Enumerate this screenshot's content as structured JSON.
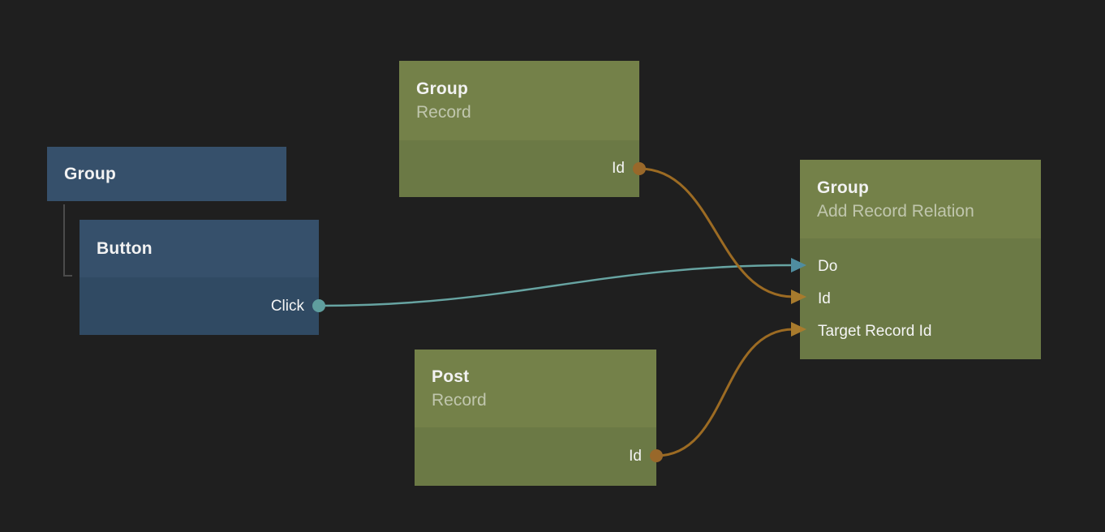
{
  "canvas": {
    "background": "#1f1f1f"
  },
  "colors": {
    "blue_header": "#36506b",
    "blue_body": "#304a63",
    "green_header": "#748149",
    "green_body": "#6b7945",
    "teal_wire": "#67a4a2",
    "teal_port": "#5f9e9e",
    "teal_arrow": "#4f8da0",
    "orange_wire": "#9c6b23",
    "orange_port": "#99682a",
    "orange_arrow": "#a87b2d",
    "tree_line": "#4b4b4b",
    "title_text": "#f2f2f2",
    "subtitle_text": "rgba(255,255,255,0.55)",
    "port_text": "#f5f5f5"
  },
  "nodes": {
    "group_container": {
      "title": "Group"
    },
    "button": {
      "title": "Button",
      "outputs": [
        {
          "label": "Click",
          "color": "teal"
        }
      ]
    },
    "group_record": {
      "title": "Group",
      "subtitle": "Record",
      "outputs": [
        {
          "label": "Id",
          "color": "orange"
        }
      ]
    },
    "post_record": {
      "title": "Post",
      "subtitle": "Record",
      "outputs": [
        {
          "label": "Id",
          "color": "orange"
        }
      ]
    },
    "group_add_record_relation": {
      "title": "Group",
      "subtitle": "Add Record Relation",
      "inputs": [
        {
          "label": "Do",
          "color": "teal"
        },
        {
          "label": "Id",
          "color": "orange"
        },
        {
          "label": "Target Record Id",
          "color": "orange"
        }
      ]
    }
  },
  "hierarchy": [
    {
      "parent": "Group",
      "child": "Button"
    }
  ],
  "connections": [
    {
      "from": "Button.Click",
      "to": "Group Add Record Relation.Do",
      "color": "teal"
    },
    {
      "from": "Group Record.Id",
      "to": "Group Add Record Relation.Id",
      "color": "orange"
    },
    {
      "from": "Post Record.Id",
      "to": "Group Add Record Relation.Target Record Id",
      "color": "orange"
    }
  ]
}
